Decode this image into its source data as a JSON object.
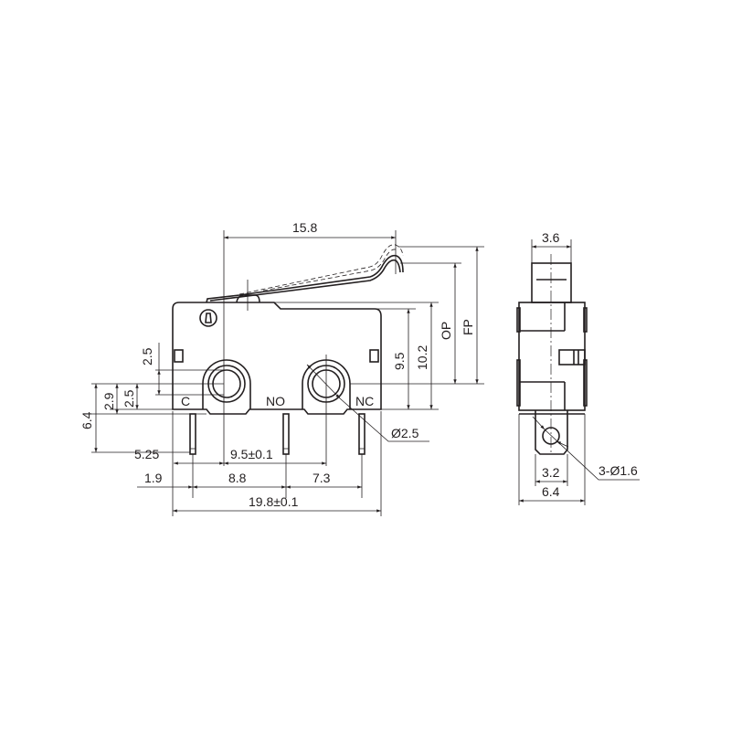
{
  "front_view": {
    "labels": {
      "common": "C",
      "normally_open": "NO",
      "normally_closed": "NC"
    },
    "dims": {
      "lever_length": "15.8",
      "hole_offset": "2.5",
      "dim_2_9": "2.9",
      "dim_2_5": "2.5",
      "pin_length": "6.4",
      "body_height": "9.5",
      "body_height_total": "10.2",
      "operating_position": "OP",
      "free_position": "FP",
      "hole_diameter": "Ø2.5",
      "dim_5_25": "5.25",
      "hole_pitch": "9.5±0.1",
      "dim_1_9": "1.9",
      "dim_8_8": "8.8",
      "dim_7_3": "7.3",
      "body_length": "19.8±0.1"
    }
  },
  "side_view": {
    "dims": {
      "plunger_width": "3.6",
      "terminal_width": "3.2",
      "body_width": "6.4",
      "terminal_hole": "3-Ø1.6"
    }
  }
}
